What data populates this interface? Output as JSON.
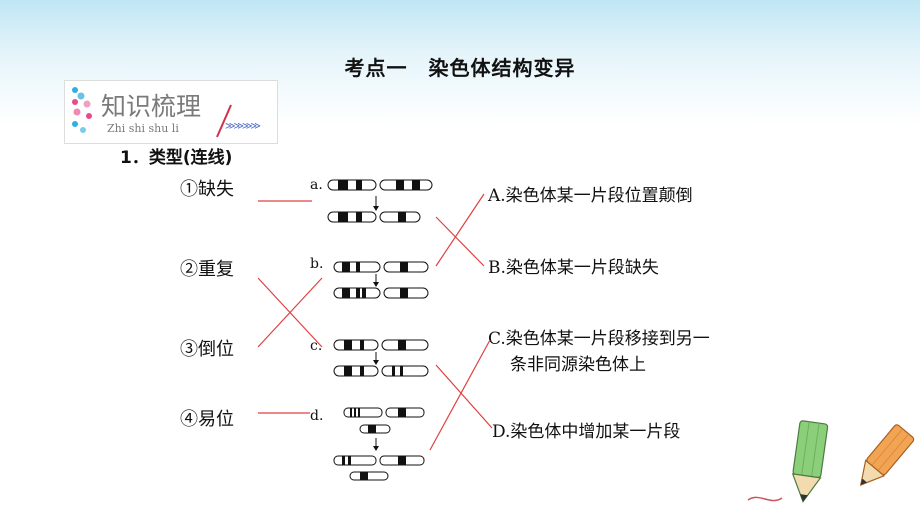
{
  "title": "考点一　染色体结构变异",
  "badge": {
    "cn": "知识梳理",
    "pinyin": "Zhi shi shu li",
    "arrows": "≫≫≫≫"
  },
  "section_heading": "1．类型(连线)",
  "terms": [
    "①缺失",
    "②重复",
    "③倒位",
    "④易位"
  ],
  "diagram_labels": [
    "a.",
    "b.",
    "c.",
    "d."
  ],
  "descriptions": {
    "A": "A.染色体某一片段位置颠倒",
    "B": "B.染色体某一片段缺失",
    "C1": "C.染色体某一片段移接到另一",
    "C2": "条非同源染色体上",
    "D": "D.染色体中增加某一片段"
  },
  "colors": {
    "pencil_green": "#8ccf7a",
    "pencil_orange": "#f2a455",
    "line_red": "#e04040"
  }
}
